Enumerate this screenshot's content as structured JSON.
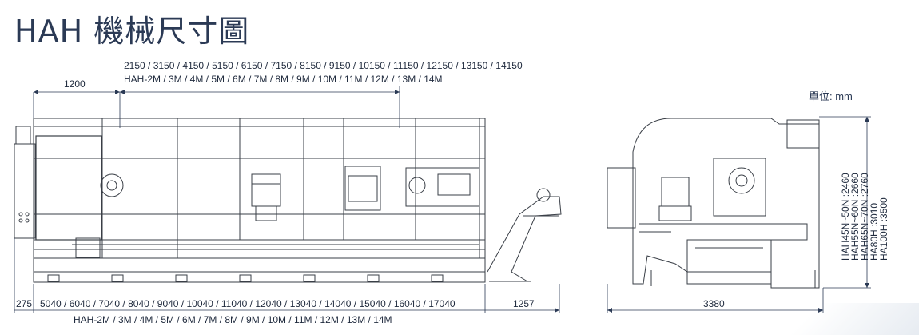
{
  "title": "HAH 機械尺寸圖",
  "unit": "單位: mm",
  "dims": {
    "left_width": "1200",
    "top_lengths": "2150 / 3150 / 4150 / 5150 / 6150 / 7150 / 8150 / 9150 / 10150 / 11150 / 12150 / 13150 / 14150",
    "top_models": "HAH-2M / 3M / 4M / 5M / 6M / 7M / 8M / 9M / 10M / 11M / 12M / 13M / 14M",
    "left_offset": "275",
    "bottom_lengths": "5040 / 6040 / 7040 / 8040 / 9040 / 10040 / 11040 / 12040 / 13040 / 14040 / 15040 / 16040 / 17040",
    "conveyor": "1257",
    "bottom_models": "HAH-2M / 3M / 4M / 5M / 6M / 7M / 8M / 9M / 10M / 11M / 12M / 13M / 14M",
    "depth": "3380",
    "heights": [
      "HAH45N~50N :2460",
      "HAH55N~60N :2660",
      "HAH65N~70N :2760",
      "HA80H :3010",
      "HA100H :3500"
    ]
  }
}
